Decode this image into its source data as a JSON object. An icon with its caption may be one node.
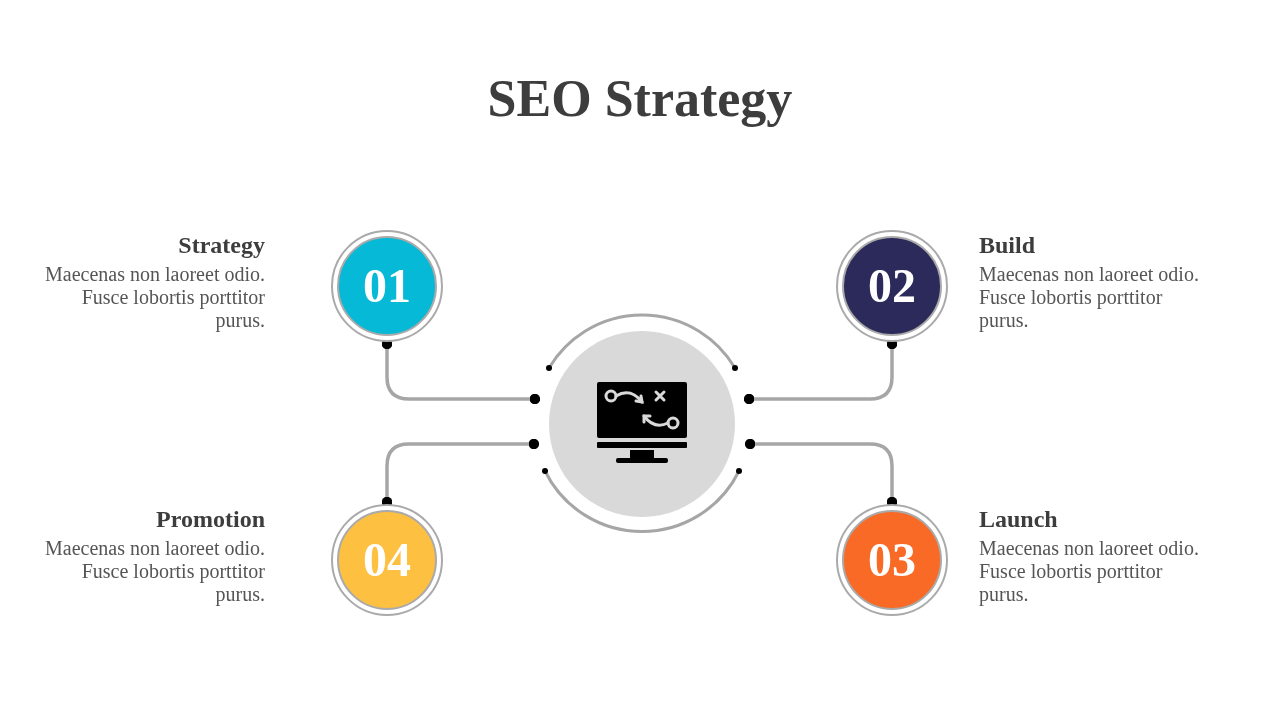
{
  "diagram": {
    "title": "SEO Strategy",
    "nodes": [
      {
        "text": [],
        "shape": "circle"
      },
      {
        "text": [
          "01"
        ],
        "beside": [
          "Strategy",
          "Maecenas non laoreet odio. Fusce lobortis porttitor purus."
        ]
      },
      {
        "text": [
          "02"
        ],
        "beside": [
          "Build",
          "Maecenas non laoreet odio. Fusce lobortis porttitor purus."
        ]
      },
      {
        "text": [
          "04"
        ],
        "beside": [
          "Promotion",
          "Maecenas non laoreet odio. Fusce lobortis porttitor purus."
        ]
      },
      {
        "text": [
          "03"
        ],
        "beside": [
          "Launch",
          "Maecenas non laoreet odio. Fusce lobortis porttitor purus."
        ]
      }
    ],
    "edges": [
      {
        "from": 1,
        "to": 0,
        "arrow": "other"
      },
      {
        "from": 2,
        "to": 0,
        "arrow": "other"
      },
      {
        "from": 3,
        "to": 0,
        "arrow": "other"
      },
      {
        "from": 4,
        "to": 0,
        "arrow": "other"
      }
    ]
  }
}
